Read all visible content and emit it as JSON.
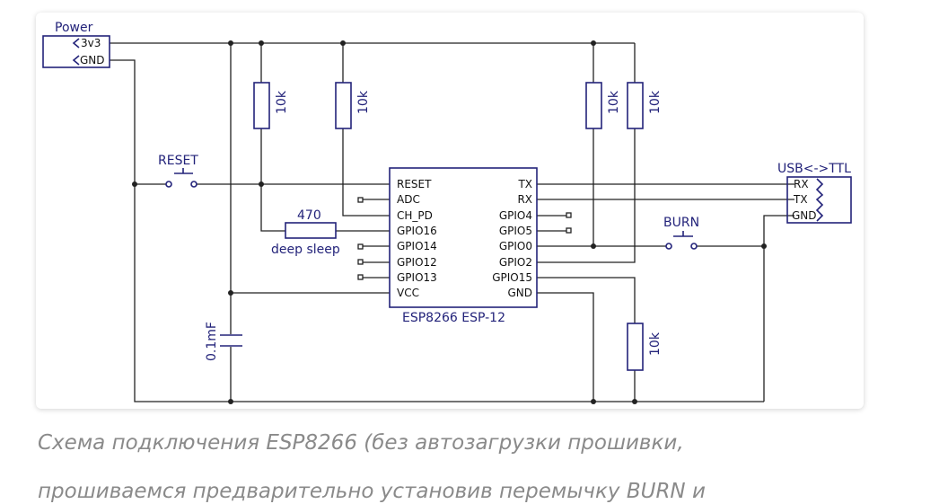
{
  "diagram": {
    "power_label": "Power",
    "power_pins": [
      "3v3",
      "GND"
    ],
    "reset_label": "RESET",
    "burn_label": "BURN",
    "resistor_10k": "10k",
    "resistor_470": "470",
    "deep_sleep": "deep sleep",
    "capacitor": "0.1mF",
    "chip_name": "ESP8266 ESP-12",
    "chip_left_pins": [
      "RESET",
      "ADC",
      "CH_PD",
      "GPIO16",
      "GPIO14",
      "GPIO12",
      "GPIO13",
      "VCC"
    ],
    "chip_right_pins": [
      "TX",
      "RX",
      "GPIO4",
      "GPIO5",
      "GPIO0",
      "GPIO2",
      "GPIO15",
      "GND"
    ],
    "usb_label": "USB<->TTL",
    "usb_pins": [
      "RX",
      "TX",
      "GND"
    ]
  },
  "caption": {
    "line1": "Схема подключения ESP8266 (без автозагрузки прошивки,",
    "line2": "прошиваемся предварительно установив перемычку BURN и"
  }
}
